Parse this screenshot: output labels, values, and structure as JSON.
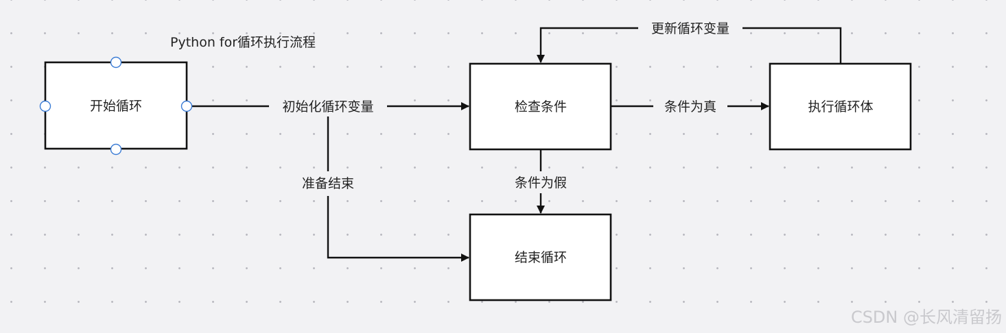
{
  "title": "Python for循环执行流程",
  "nodes": {
    "start": "开始循环",
    "check": "检查条件",
    "body": "执行循环体",
    "end": "结束循环"
  },
  "edges": {
    "init": "初始化循环变量",
    "true": "条件为真",
    "update": "更新循环变量",
    "false": "条件为假",
    "prepare_end": "准备结束"
  },
  "watermark": "CSDN @长风清留扬"
}
